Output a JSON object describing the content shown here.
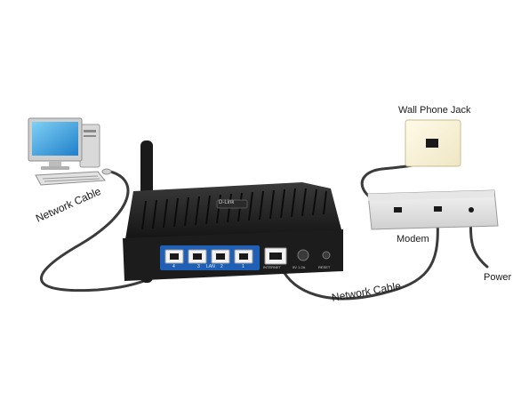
{
  "labels": {
    "network_cable_left": "Network Cable",
    "network_cable_right": "Network Cable",
    "wall_phone_jack": "Wall Phone Jack",
    "modem": "Modem",
    "power": "Power"
  },
  "router": {
    "brand": "D-Link",
    "lan_label": "LAN",
    "internet_label": "INTERNET",
    "power_spec": "5V  1.2A",
    "reset_label": "RESET",
    "lan_port_numbers": [
      "4",
      "3",
      "2",
      "1"
    ]
  },
  "icons": [
    "desktop-computer-icon",
    "wireless-router-icon",
    "modem-icon",
    "wall-jack-icon"
  ]
}
